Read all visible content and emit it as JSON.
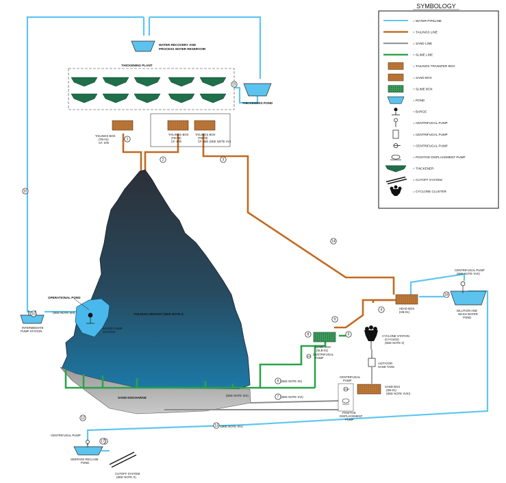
{
  "labels": {
    "water_recovery_1": "WATER RECOVERY AND",
    "water_recovery_2": "PROCESS WATER RESERVOIR",
    "thickening_plant": "THICKENING PLANT",
    "thickeners_pond": "THICKENERS POND",
    "tailings_box_a_1": "TAILINGS BOX",
    "tailings_box_a_2": "(TB-01)",
    "tailings_box_a_3": "CF. 67E",
    "tailings_box_b_1": "TAILINGS BOX",
    "tailings_box_b_2": "(TB-02)",
    "tailings_box_b_3": "CF. 67E",
    "tailings_box_c_1": "TAILINGS BOX",
    "tailings_box_c_2": "(TB-03)",
    "tailings_box_c_3": "CF. 55E (SEE NOTE XV)",
    "operational_pond": "OPERATIONAL POND",
    "tailings_deposit": "TAILINGS DEPOSIT (SEE NOTE I)",
    "barge_pump_1": "BARGE PUMP",
    "barge_pump_2": "STATION",
    "intermediate_1": "INTERMEDIATE",
    "intermediate_2": "PUMP STATION",
    "see_note_xiii": "(SEE NOTE XIII)",
    "head_box_1": "HEAD BOX",
    "head_box_2": "(HB-01)",
    "cent_pump_top_1": "CENTRIFUGAL PUMP",
    "cent_pump_top_2": "(SEE NOTE XVII)",
    "dilution_1": "DILUTION AND",
    "dilution_2": "WASH WATER",
    "dilution_3": "POND",
    "cyclone_1": "CYCLONE STATION",
    "cyclone_2": "(CY-01/02)",
    "cyclone_3": "(SEE NOTE II)",
    "agitator_1": "AGITATOR",
    "agitator_2": "SAND TANK",
    "slime_box_1": "SLIME BOX",
    "slime_box_2": "(SLB-01)",
    "centrifugal_pump_1": "CENTRIFUGAL",
    "centrifugal_pump_2": "PUMP",
    "sand_box_1": "SAND BOX",
    "sand_box_2": "(SB-01)",
    "sand_box_3": "(SEE NOTE XVIII)",
    "pdp_1": "POSITIVE",
    "pdp_2": "DISPLACEMENT",
    "pdp_3": "PUMP",
    "sand_discharge": "SAND DISCHARGE",
    "line6_note": "(SEE NOTE XII)",
    "line7_note": "(SEE NOTE XVI)",
    "see_note_xix": "(SEE NOTE XIX)",
    "line13_note": "(SEE NOTE XIV)",
    "seepage_1": "CENTRIFUGAL PUMP",
    "seepage_2": "SEEPAGE RECLAIM",
    "seepage_3": "POND",
    "cutoff_1": "CUTOFF SYSTEM",
    "cutoff_2": "(SEE NOTE X)"
  },
  "line_numbers": [
    "1",
    "2",
    "3",
    "4",
    "5",
    "6",
    "7",
    "8",
    "9",
    "10",
    "11",
    "12",
    "13",
    "14",
    "15",
    "16",
    "17",
    "18"
  ],
  "symbology": {
    "title": "SYMBOLOGY",
    "items": [
      {
        "icon": "water-pipeline-line",
        "label": "= WATER PIPELINE"
      },
      {
        "icon": "tailings-line",
        "label": "= TAILINGS LINE"
      },
      {
        "icon": "sand-line",
        "label": "= SAND LINE"
      },
      {
        "icon": "slime-line",
        "label": "= SLIME LINE"
      },
      {
        "icon": "tailings-transfer-box-icon",
        "label": "= TAILINGS TRANSFER BOX"
      },
      {
        "icon": "sand-box-icon",
        "label": "= SAND BOX"
      },
      {
        "icon": "slime-box-icon",
        "label": "= SLIME BOX"
      },
      {
        "icon": "pond-icon",
        "label": "= POND"
      },
      {
        "icon": "barge-icon",
        "label": "= BARGE"
      },
      {
        "icon": "centrifugal-pump-icon",
        "label": "= CENTRIFUGAL PUMP"
      },
      {
        "icon": "centrifugal-pump-tank-icon",
        "label": "= CENTRIFUGAL PUMP"
      },
      {
        "icon": "centrifugal-pump-small-icon",
        "label": "= CENTRIFUGAL PUMP"
      },
      {
        "icon": "positive-displacement-pump-icon",
        "label": "= POSITIVE DISPLACEMENT PUMP"
      },
      {
        "icon": "thickener-icon",
        "label": "= THICKENER"
      },
      {
        "icon": "cutoff-system-icon",
        "label": "= CUTOFF SYSTEM"
      },
      {
        "icon": "cyclone-cluster-icon",
        "label": "= CYCLONE CLUSTER"
      }
    ]
  },
  "colors": {
    "water": "#5ec6ef",
    "tailings": "#c1691f",
    "sand": "#8c8c8c",
    "slime": "#2aa24a",
    "pond": "#5bc3ee",
    "thickener": "#1f6f4a",
    "tailings_deposit_top": "#2e3a44",
    "tailings_deposit_bottom": "#1b6f9a"
  }
}
